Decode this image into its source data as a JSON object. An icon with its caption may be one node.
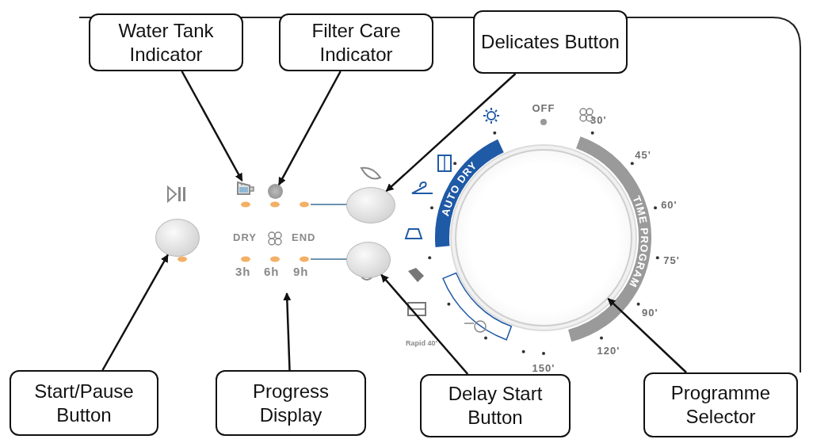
{
  "diagram": {
    "nodes": [
      {
        "text": [
          "Water Tank Indicator"
        ]
      },
      {
        "text": [
          "Filter Care Indicator"
        ]
      },
      {
        "text": [
          "Delicates Button"
        ]
      },
      {
        "text": [
          "Start/Pause Button"
        ]
      },
      {
        "text": [
          "Progress Display"
        ]
      },
      {
        "text": [
          "Delay Start Button"
        ]
      },
      {
        "text": [
          "Programme Selector"
        ]
      },
      {
        "text": [],
        "shape": "picture"
      },
      {
        "text": [],
        "shape": "circle"
      },
      {
        "text": [],
        "shape": "ellipse"
      },
      {
        "text": [],
        "shape": "ellipse"
      },
      {
        "text": [],
        "shape": "ellipse"
      },
      {
        "text": [],
        "shape": "circle"
      }
    ],
    "edges": [
      {
        "from": 0,
        "to": 7,
        "arrow": "to"
      },
      {
        "from": 1,
        "to": 8,
        "arrow": "to"
      },
      {
        "from": 2,
        "to": 9,
        "arrow": "to"
      },
      {
        "from": 3,
        "to": 10,
        "arrow": "to"
      },
      {
        "from": 4,
        "to": null,
        "arrow": "to"
      },
      {
        "from": 5,
        "to": 11,
        "arrow": "to"
      },
      {
        "from": 6,
        "to": 12,
        "arrow": "to"
      }
    ],
    "labels": [
      "OFF",
      "AUTO DRY",
      "TIME PROGRAM",
      "30'",
      "45'",
      "60'",
      "DRY",
      "END",
      "3h",
      "6h",
      "9h",
      "75'",
      "90'",
      "Rapid 40'",
      "120'",
      "150'"
    ]
  }
}
